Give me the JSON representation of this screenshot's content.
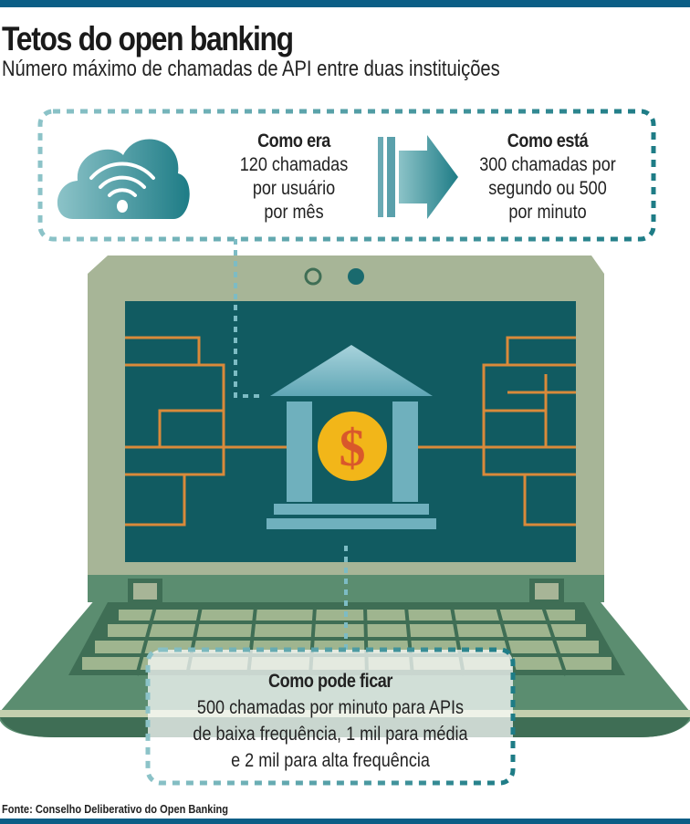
{
  "header": {
    "title": "Tetos do open banking",
    "subtitle": "Número máximo de chamadas de API entre duas instituições"
  },
  "before": {
    "heading": "Como era",
    "lines": [
      "120 chamadas",
      "por usuário",
      "por mês"
    ]
  },
  "now": {
    "heading": "Como está",
    "lines": [
      "300 chamadas por",
      "segundo ou 500",
      "por minuto"
    ]
  },
  "future": {
    "heading": "Como pode ficar",
    "lines": [
      "500 chamadas por minuto para APIs",
      "de baixa frequência, 1 mil para média",
      "e 2 mil para alta frequência"
    ]
  },
  "source": "Fonte: Conselho Deliberativo do Open Banking",
  "icons": [
    "cloud-wifi-icon",
    "arrow-right-icon",
    "bank-icon",
    "dollar-coin-icon",
    "laptop-illustration"
  ],
  "colors": {
    "bar": "#0b5e86",
    "teal": "#2a8a92",
    "screen": "#115b61",
    "laptop": "#5f8f74",
    "circuit": "#d98a3a",
    "coin": "#f2b619"
  }
}
